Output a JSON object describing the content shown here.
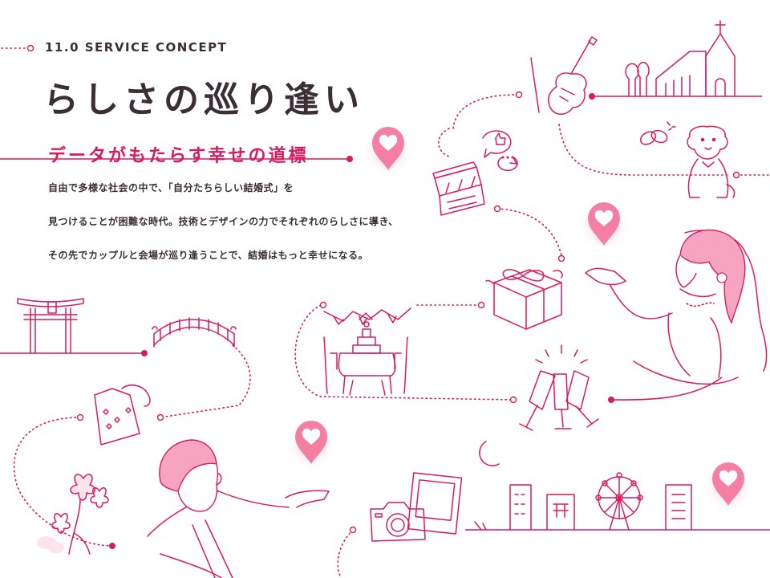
{
  "header": {
    "eyebrow": "11.0 SERVICE CONCEPT",
    "title": "らしさの巡り逢い",
    "subtitle": "データがもたらす幸せの道標"
  },
  "body_lines": [
    "自由で多様な社会の中で、「自分たちらしい結婚式」を",
    "見つけることが困難な時代。技術とデザインの力でそれぞれのらしさに導き、",
    "その先でカップルと会場が巡り逢うことで、結婚はもっと幸せになる。"
  ],
  "colors": {
    "accent": "#d81b60",
    "pink_soft": "#f4a6c0",
    "pink_light": "#fbd6e2",
    "text": "#3a2f35"
  },
  "icons": [
    "map-pin-heart-icon",
    "violin-icon",
    "church-icon",
    "rings-icon",
    "dog-icon",
    "clapperboard-icon",
    "chat-bubble-icon",
    "gift-box-icon",
    "wedding-cake-icon",
    "bunting-icon",
    "champagne-icon",
    "torii-gate-icon",
    "arch-bridge-icon",
    "ema-plaque-icon",
    "cherry-blossom-icon",
    "camera-icon",
    "photo-frame-icon",
    "moon-icon",
    "ferris-wheel-icon",
    "city-buildings-icon"
  ]
}
